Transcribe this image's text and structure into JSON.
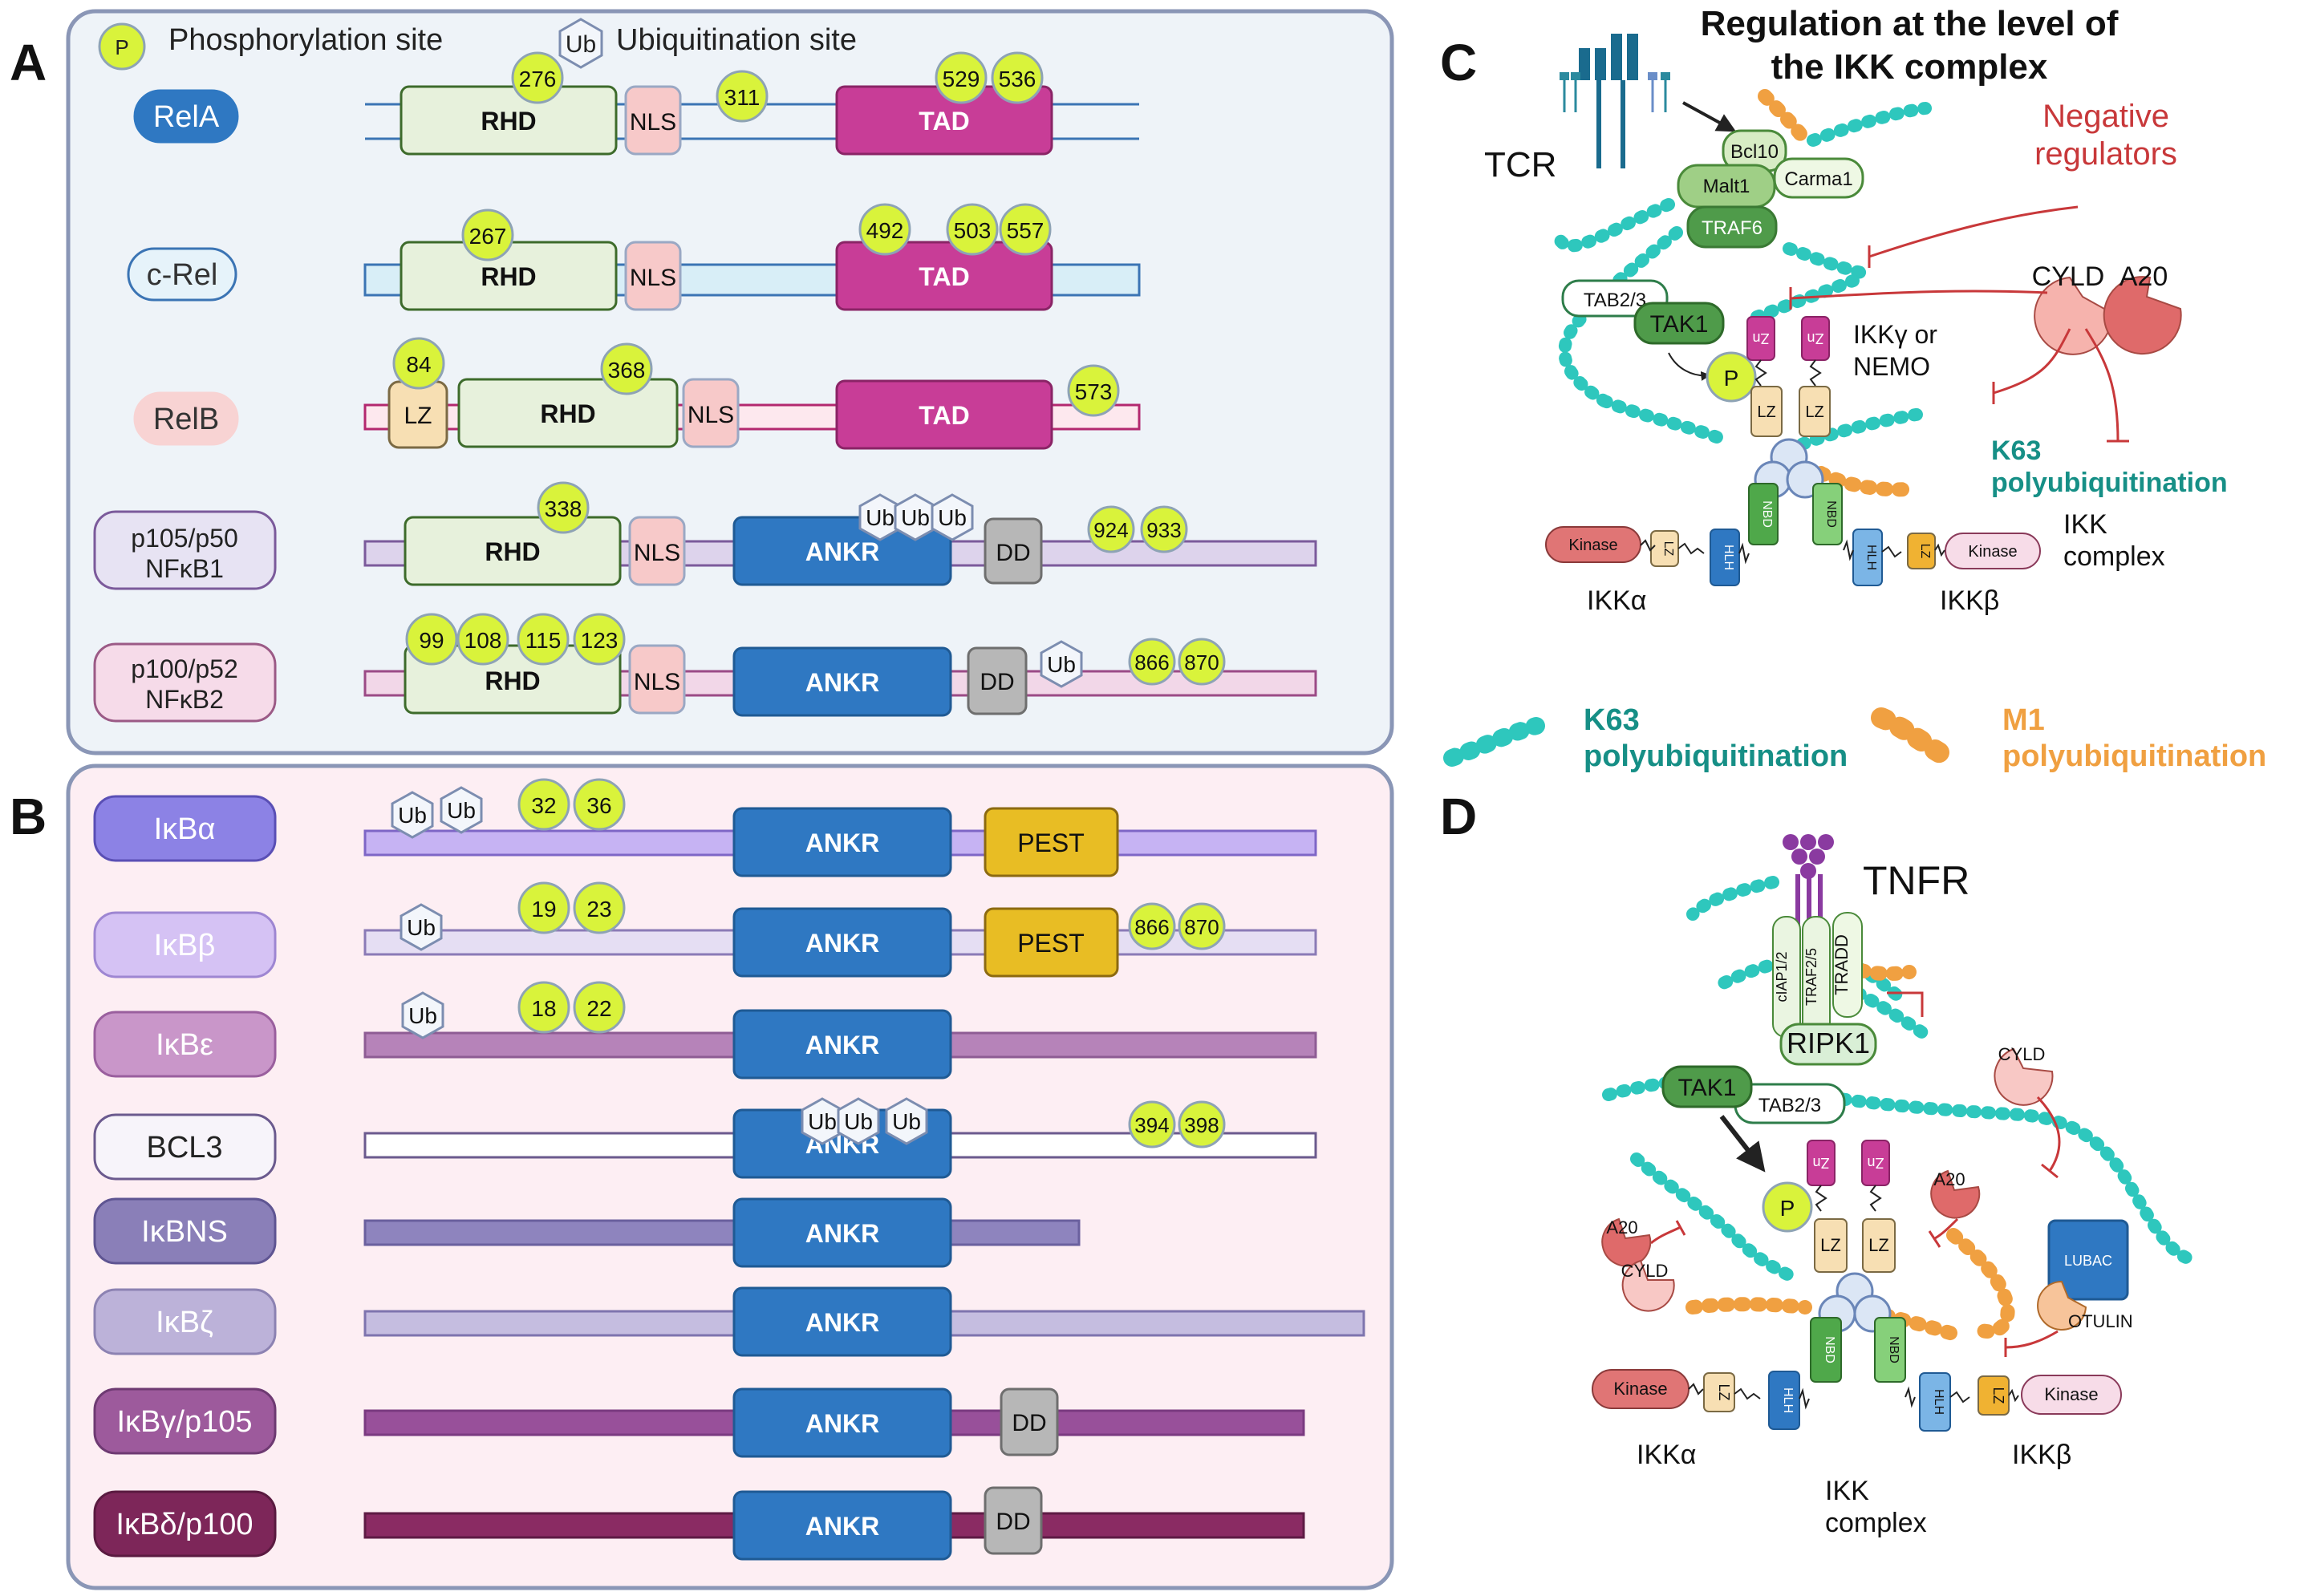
{
  "colors": {
    "panelA_bg": "#eef3f8",
    "panelB_bg": "#fdeef3",
    "panel_border": "#8a96b6",
    "phospho": "#d9f33b",
    "phospho_border": "#8ea3b5",
    "rhd_fill": "#e7f1dc",
    "rhd_border": "#3d6b2b",
    "nls_fill": "#f7c9c9",
    "nls_border": "#9aa8c4",
    "tad": "#c83d97",
    "ankr": "#2f78c2",
    "dd": "#b7b7b7",
    "pest": "#e8bd24",
    "k63": "#2ec7bd",
    "k63_dark": "#168f86",
    "m1": "#f0a041",
    "neg": "#c8383a"
  },
  "panel_letters": {
    "a": "A",
    "b": "B",
    "c": "C",
    "d": "D"
  },
  "legend": {
    "phospho_symbol": "P",
    "phospho_label": "Phosphorylation site",
    "ub_symbol": "Ub",
    "ub_label": "Ubiquitination site"
  },
  "panelA": {
    "proteins": [
      {
        "name": "RelA",
        "pill_fill": "#2f78c2",
        "pill_text": "#ffffff",
        "pill_border": "#2f78c2",
        "bar_style": "double",
        "bar_color": "#3b74b4",
        "domains": [
          "RHD",
          "NLS",
          "TAD"
        ],
        "phospho": [
          "276",
          "311",
          "529",
          "536"
        ]
      },
      {
        "name": "c-Rel",
        "pill_fill": "#e6f3fa",
        "pill_text": "#333333",
        "pill_border": "#3b74b4",
        "bar_style": "band",
        "bar_color": "#3b74b4",
        "domains": [
          "RHD",
          "NLS",
          "TAD"
        ],
        "phospho": [
          "267",
          "492",
          "503",
          "557"
        ]
      },
      {
        "name": "RelB",
        "pill_fill": "#f8d3d3",
        "pill_text": "#333333",
        "pill_border": "#f8d3d3",
        "bar_style": "band",
        "bar_color": "#b3286f",
        "domains": [
          "LZ",
          "RHD",
          "NLS",
          "TAD"
        ],
        "phospho": [
          "84",
          "368",
          "573"
        ]
      },
      {
        "name": "p105/p50",
        "name2": "NFκB1",
        "pill_fill": "#e7e3f3",
        "pill_text": "#222222",
        "pill_border": "#7b5a9b",
        "bar_style": "band",
        "bar_color": "#7b5a9b",
        "domains": [
          "RHD",
          "NLS",
          "ANKR",
          "DD"
        ],
        "phospho": [
          "338",
          "924",
          "933"
        ],
        "ub": [
          "Ub",
          "Ub",
          "Ub"
        ]
      },
      {
        "name": "p100/p52",
        "name2": "NFκB2",
        "pill_fill": "#f6dbe9",
        "pill_text": "#222222",
        "pill_border": "#9b5a86",
        "bar_style": "band",
        "bar_color": "#9b4a86",
        "domains": [
          "RHD",
          "NLS",
          "ANKR",
          "DD"
        ],
        "phospho": [
          "99",
          "108",
          "115",
          "123",
          "866",
          "870"
        ],
        "ub": [
          "Ub"
        ]
      }
    ]
  },
  "panelB": {
    "proteins": [
      {
        "name": "IκBα",
        "pill_fill": "#8c82e5",
        "pill_text": "#ffffff",
        "pill_border": "#5a4fb5",
        "bar_fill": "#c6b3f3",
        "bar_border": "#7e66c6",
        "domains": [
          "ANKR",
          "PEST"
        ],
        "phospho": [
          "32",
          "36"
        ],
        "ub": [
          "Ub",
          "Ub"
        ]
      },
      {
        "name": "IκBβ",
        "pill_fill": "#d5c2f4",
        "pill_text": "#ffffff",
        "pill_border": "#9e86d2",
        "bar_fill": "#e5def3",
        "bar_border": "#8a7ab6",
        "domains": [
          "ANKR",
          "PEST"
        ],
        "phospho": [
          "19",
          "23",
          "866",
          "870"
        ],
        "ub": [
          "Ub"
        ]
      },
      {
        "name": "IκBε",
        "pill_fill": "#c996c9",
        "pill_text": "#ffffff",
        "pill_border": "#9a5f9e",
        "bar_fill": "#b683b9",
        "bar_border": "#8e5c94",
        "domains": [
          "ANKR"
        ],
        "phospho": [
          "18",
          "22"
        ],
        "ub": [
          "Ub"
        ]
      },
      {
        "name": "BCL3",
        "pill_fill": "#f7f4fa",
        "pill_text": "#222222",
        "pill_border": "#6b5a8e",
        "bar_fill": "#ffffff",
        "bar_border": "#6b5a8e",
        "domains": [
          "ANKR"
        ],
        "phospho": [
          "394",
          "398"
        ],
        "ub": [
          "Ub",
          "Ub",
          "Ub"
        ]
      },
      {
        "name": "IκBNS",
        "pill_fill": "#8a7fb8",
        "pill_text": "#ffffff",
        "pill_border": "#5f5592",
        "bar_fill": "#8e84be",
        "bar_border": "#6a609e",
        "domains": [
          "ANKR"
        ],
        "phospho": []
      },
      {
        "name": "IκBζ",
        "pill_fill": "#bcb2d9",
        "pill_text": "#ffffff",
        "pill_border": "#8c82b2",
        "bar_fill": "#c5bde0",
        "bar_border": "#7e74ae",
        "domains": [
          "ANKR"
        ],
        "phospho": []
      },
      {
        "name": "IκBγ/p105",
        "pill_fill": "#9d5a9c",
        "pill_text": "#ffffff",
        "pill_border": "#6e3a72",
        "bar_fill": "#98509a",
        "bar_border": "#7a3a80",
        "domains": [
          "ANKR",
          "DD"
        ],
        "phospho": []
      },
      {
        "name": "IκBδ/p100",
        "pill_fill": "#7d2659",
        "pill_text": "#ffffff",
        "pill_border": "#5a1a40",
        "bar_fill": "#8a2b63",
        "bar_border": "#5e1b44",
        "domains": [
          "ANKR",
          "DD"
        ],
        "phospho": []
      }
    ]
  },
  "panelC": {
    "title_line1": "Regulation at the level of",
    "title_line2": "the IKK complex",
    "tcr": "TCR",
    "bcl10": "Bcl10",
    "malt1": "Malt1",
    "carma1": "Carma1",
    "traf6": "TRAF6",
    "tab23": "TAB2/3",
    "tak1": "TAK1",
    "p": "P",
    "zn": "Zn",
    "lz": "LZ",
    "nbd": "NBD",
    "hlh": "HLH",
    "kinase": "Kinase",
    "ikkg_line1": "IKKγ or",
    "ikkg_line2": "NEMO",
    "neg_line1": "Negative",
    "neg_line2": "regulators",
    "cyld": "CYLD",
    "a20": "A20",
    "k63_line1": "K63",
    "k63_line2": "polyubiquitination",
    "ikk_line1": "IKK",
    "ikk_line2": "complex",
    "ikka": "IKKα",
    "ikkb": "IKKβ"
  },
  "legendCD": {
    "k63_line1": "K63",
    "k63_line2": "polyubiquitination",
    "m1_line1": "M1",
    "m1_line2": "polyubiquitination"
  },
  "panelD": {
    "tnfr": "TNFR",
    "ciap": "cIAP1/2",
    "traf25": "TRAF2/5",
    "tradd": "TRADD",
    "ripk1": "RIPK1",
    "tak1": "TAK1",
    "tab23": "TAB2/3",
    "cyld": "CYLD",
    "a20": "A20",
    "p": "P",
    "zn": "Zn",
    "lz": "LZ",
    "nbd": "NBD",
    "hlh": "HLH",
    "kinase": "Kinase",
    "lubac": "LUBAC",
    "otulin": "OTULIN",
    "ikka": "IKKα",
    "ikkb": "IKKβ",
    "ikk_line1": "IKK",
    "ikk_line2": "complex"
  }
}
